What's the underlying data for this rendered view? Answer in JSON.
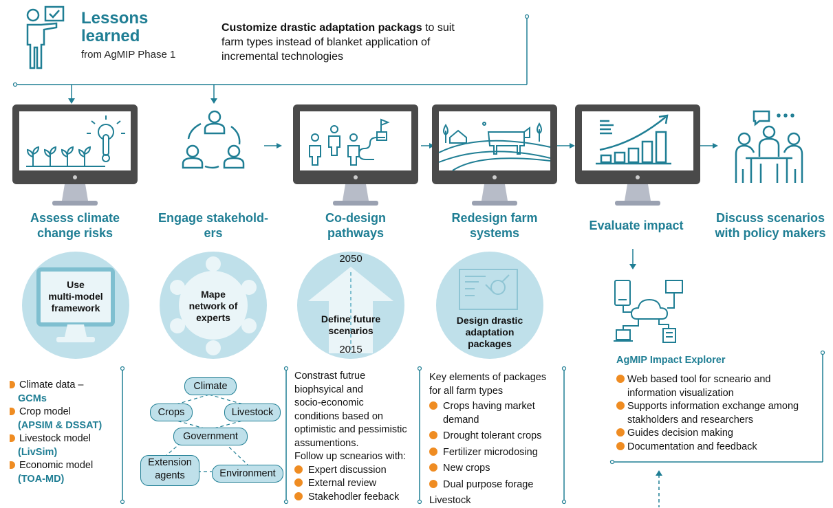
{
  "header": {
    "title_line1": "Lessons",
    "title_line2": "learned",
    "subtitle": "from AgMIP Phase 1",
    "intro_bold": "Customize drastic adaptation packags",
    "intro_rest1": " to suit",
    "intro_line2": "farm types instead of blanket application of",
    "intro_line3": "incremental technologies"
  },
  "steps": [
    {
      "line1": "Assess climate",
      "line2": "change risks"
    },
    {
      "line1": "Engage stakehold-",
      "line2": "ers"
    },
    {
      "line1": "Co-design",
      "line2": "pathways"
    },
    {
      "line1": "Redesign farm",
      "line2": "systems"
    },
    {
      "line1": "Evaluate impact",
      "line2": ""
    },
    {
      "line1": "Discuss scenarios",
      "line2": "with policy makers"
    }
  ],
  "circles": {
    "c1": [
      "Use",
      "multi-model",
      "framework"
    ],
    "c2": [
      "Mape",
      "network of",
      "experts"
    ],
    "c3": {
      "year_top": "2050",
      "year_bottom": "2015",
      "label1": "Define future",
      "label2": "scenarios"
    },
    "c4": [
      "Design drastic",
      "adaptation",
      "packages"
    ]
  },
  "models": [
    {
      "label": "Climate data –",
      "value": "GCMs"
    },
    {
      "label": "Crop model",
      "value": "(APSIM & DSSAT)"
    },
    {
      "label": "Livestock model",
      "value": "(LivSim)"
    },
    {
      "label": "Economic model",
      "value": "(TOA-MD)"
    }
  ],
  "network": {
    "climate": "Climate",
    "crops": "Crops",
    "livestock": "Livestock",
    "government": "Government",
    "extension1": "Extension",
    "extension2": "agents",
    "environment": "Environment"
  },
  "scenarios": {
    "lines": [
      "Constrast futrue",
      "biophsyical and",
      "socio-economic",
      "conditions based on",
      "optimistic and pessimistic",
      "assumentions.",
      "Follow up scnearios with:"
    ],
    "items": [
      "Expert discussion",
      "External review",
      "Stakehodler feeback"
    ]
  },
  "packages": {
    "lines": [
      "Key elements of packages",
      "for all farm types"
    ],
    "items": [
      "Crops having market",
      "demand",
      "Drought tolerant crops",
      "Fertilizer microdosing",
      "New crops",
      "Dual purpose forage"
    ],
    "tail": "Livestock"
  },
  "explorer": {
    "title": "AgMIP Impact Explorer",
    "items": [
      "Web based tool for scneario and",
      "information visualization",
      "Supports information exchange among",
      "stakholders and researchers",
      "Guides decision making",
      "Documentation and feedback"
    ]
  },
  "colors": {
    "teal": "#1f7e94",
    "light_blue": "#bfe0ea",
    "orange": "#ef8c22",
    "monitor": "#4a4a4a"
  }
}
